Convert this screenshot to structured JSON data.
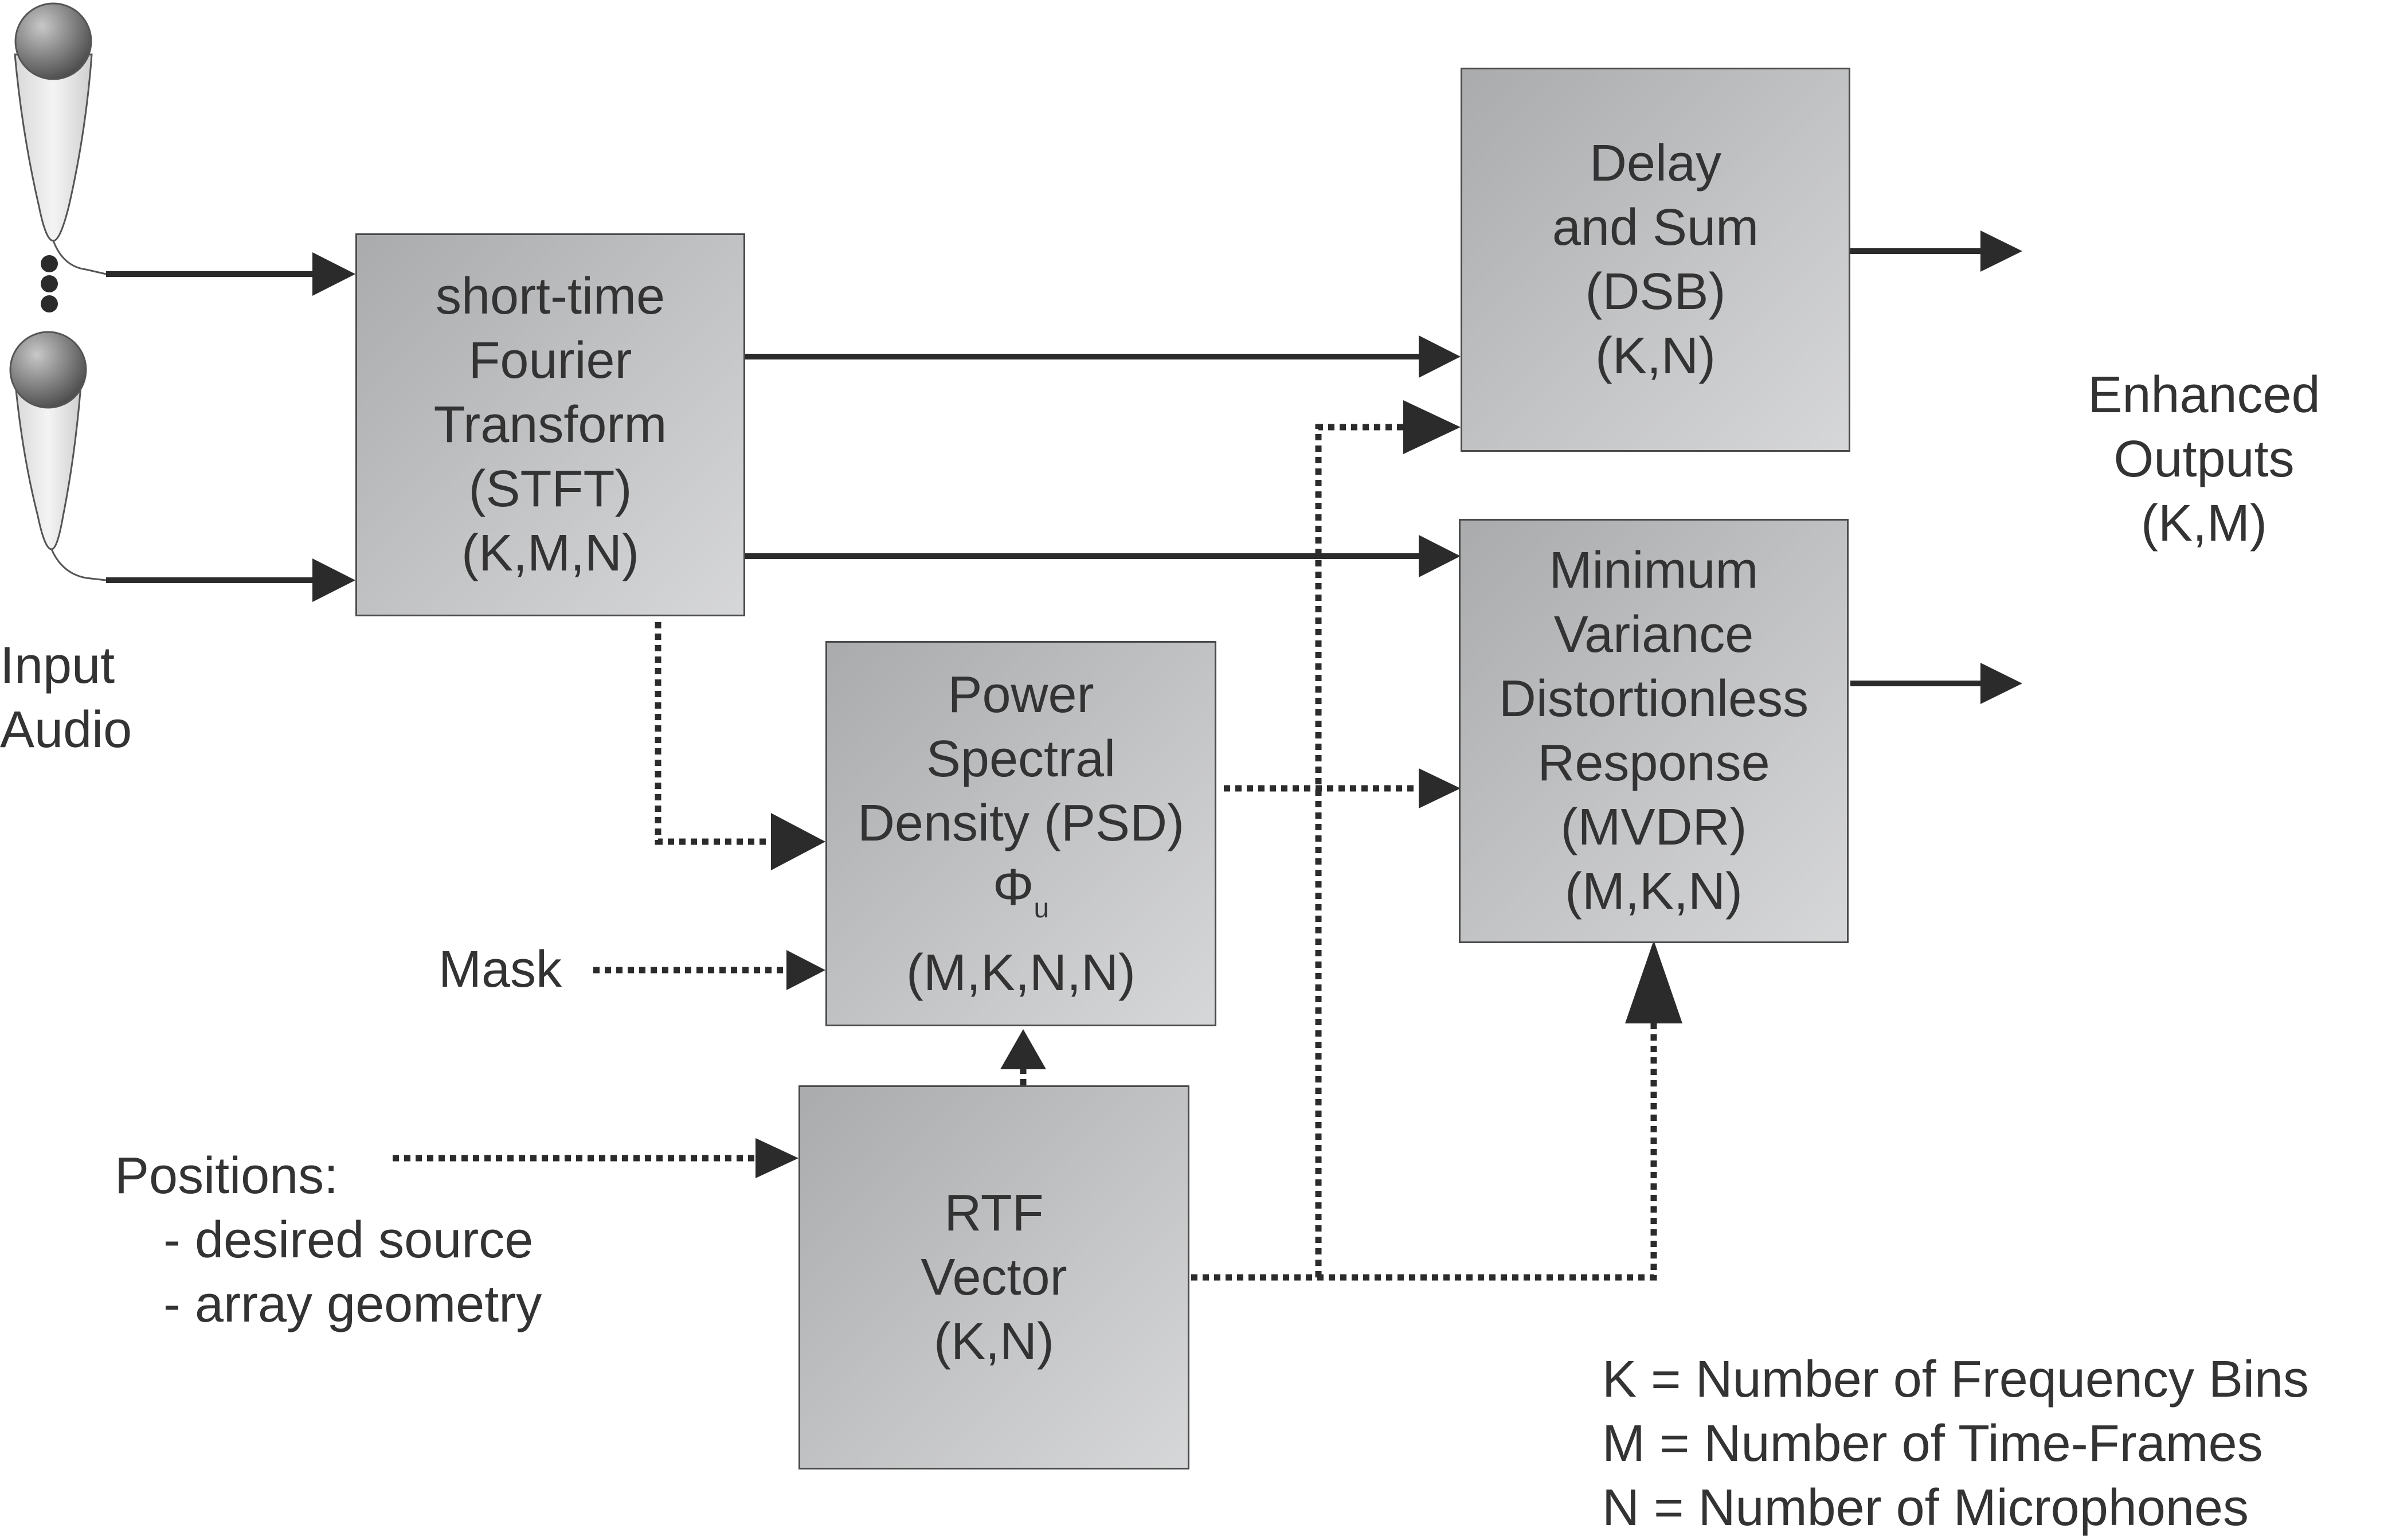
{
  "blocks": {
    "stft": {
      "lines": [
        "short-time",
        "Fourier",
        "Transform",
        "(STFT)",
        "(K,M,N)"
      ]
    },
    "dsb": {
      "lines": [
        "Delay",
        "and Sum",
        "(DSB)",
        "(K,N)"
      ]
    },
    "mvdr": {
      "lines": [
        "Minimum",
        "Variance",
        "Distortionless",
        "Response",
        "(MVDR)",
        "(M,K,N)"
      ]
    },
    "psd": {
      "line1": "Power",
      "line2": "Spectral",
      "line3": "Density (PSD)",
      "phi": "Φ",
      "phi_sub": "u",
      "dims": "(M,K,N,N)"
    },
    "rtf": {
      "lines": [
        "RTF",
        "Vector",
        "(K,N)"
      ]
    }
  },
  "labels": {
    "input_audio": [
      "Input",
      "Audio"
    ],
    "mask": "Mask",
    "positions": [
      "Positions:",
      "- desired source",
      "- array geometry"
    ],
    "enhanced_outputs": [
      "Enhanced",
      "Outputs",
      "(K,M)"
    ]
  },
  "legend": [
    "K = Number of Frequency Bins",
    "M = Number of Time-Frames",
    "N = Number of Microphones"
  ],
  "colors": {
    "line": "#2b2b2b",
    "box_border": "#4a4a4a",
    "text": "#333333",
    "box_fill_dark": "#a9abad",
    "box_fill_light": "#d6d7d8"
  }
}
